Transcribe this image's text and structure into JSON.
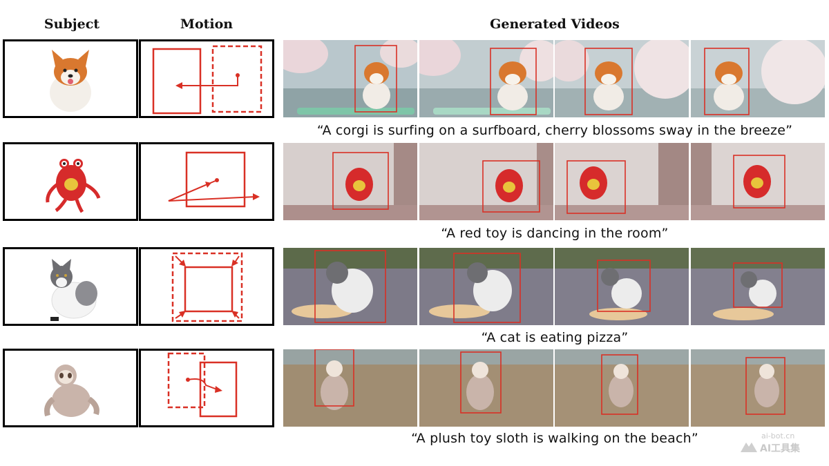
{
  "headers": {
    "subject": "Subject",
    "motion": "Motion",
    "videos": "Generated Videos"
  },
  "rows": [
    {
      "caption": "“A corgi is surfing on a surfboard, cherry blossoms sway in the breeze”"
    },
    {
      "caption": "“A red toy is dancing in the room”"
    },
    {
      "caption": "“A cat is eating pizza”"
    },
    {
      "caption": "“A plush toy sloth is walking on the beach”"
    }
  ],
  "watermark": {
    "url": "ai-bot.cn",
    "name": "AI工具集"
  },
  "colors": {
    "accent_red": "#d93025",
    "frame_border": "#000000"
  }
}
